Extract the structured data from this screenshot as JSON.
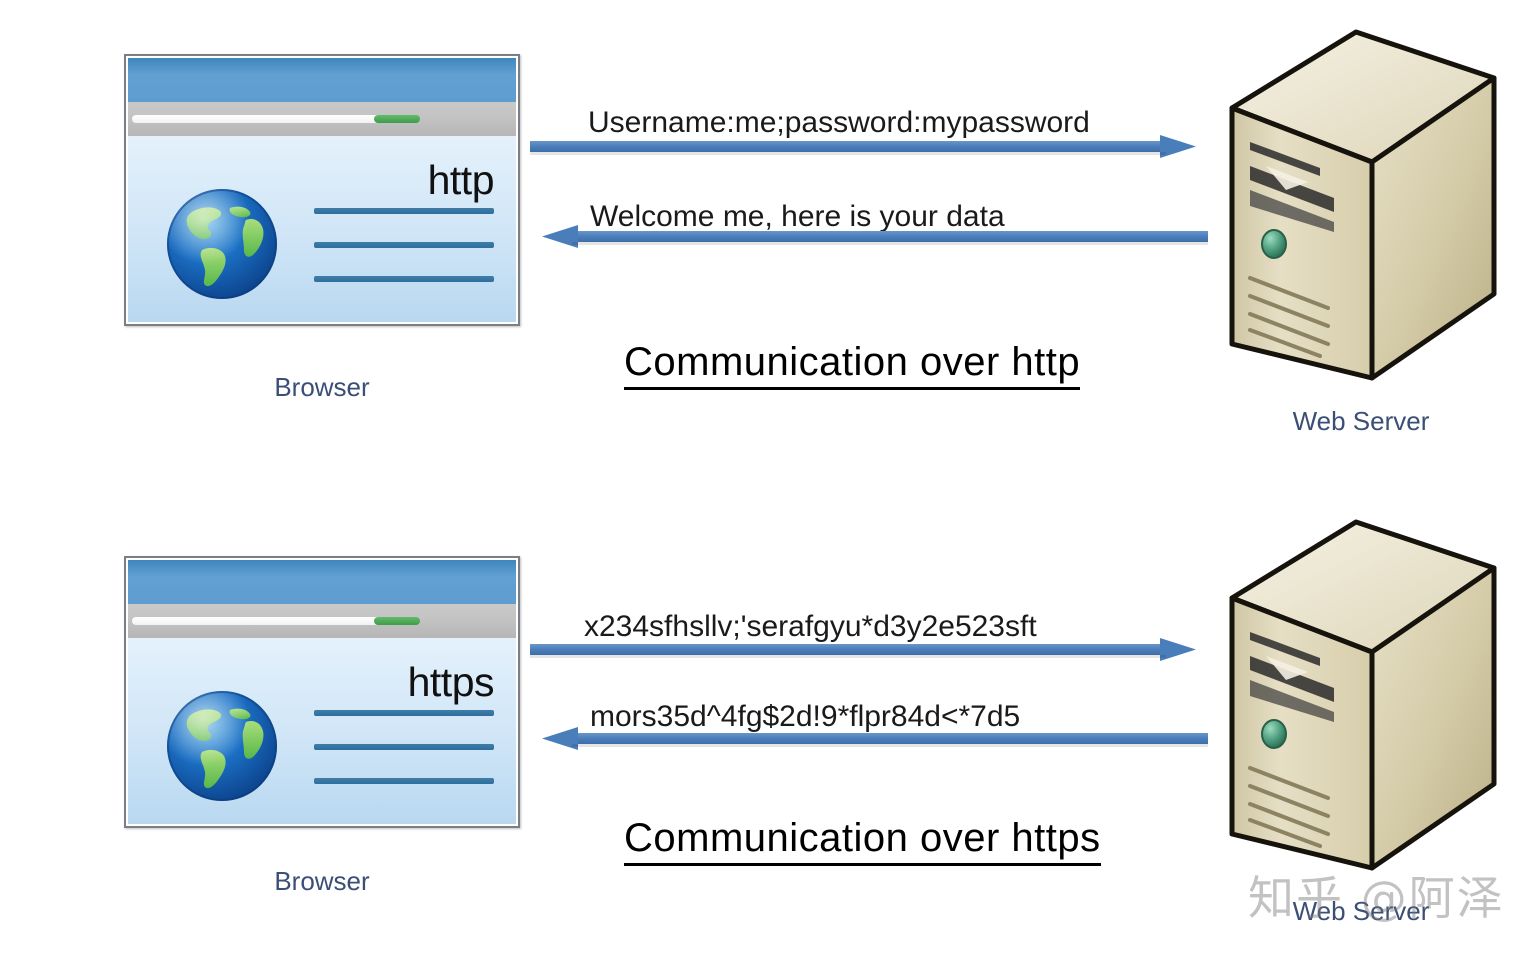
{
  "diagram": {
    "title_http": "Communication over http",
    "title_https": "Communication over https"
  },
  "sections": [
    {
      "id": "http",
      "browser": {
        "protocol_label": "http",
        "caption": "Browser",
        "address_bar_value": "",
        "address_bar_indicator_color": "#4fa558",
        "titlebar_color": "#5b9bd1",
        "toolbar_color": "#c3c3c3",
        "content_color": "#cfe5f7"
      },
      "request": {
        "text": "Username:me;password:mypassword",
        "direction": "right"
      },
      "response": {
        "text": "Welcome me, here is your data",
        "direction": "left"
      },
      "caption": "Communication over http",
      "server": {
        "label": "Web Server",
        "body_color": "#d8cfae",
        "led_color": "#4f9e7f"
      }
    },
    {
      "id": "https",
      "browser": {
        "protocol_label": "https",
        "caption": "Browser",
        "address_bar_value": "",
        "address_bar_indicator_color": "#4fa558",
        "titlebar_color": "#5b9bd1",
        "toolbar_color": "#c3c3c3",
        "content_color": "#cfe5f7"
      },
      "request": {
        "text": "x234sfhsllv;'serafgyu*d3y2e523sft",
        "direction": "right"
      },
      "response": {
        "text": "mors35d^4fg$2d!9*flpr84d<*7d5",
        "direction": "left"
      },
      "caption": "Communication over https",
      "server": {
        "label": "Web Server",
        "body_color": "#d8cfae",
        "led_color": "#4f9e7f"
      }
    }
  ],
  "colors": {
    "arrow": "#4a7ebb",
    "label_text": "#3b4f76",
    "caption_text": "#000000",
    "message_text": "#1a1a1a"
  },
  "watermark": {
    "text": "知乎 @阿泽"
  }
}
